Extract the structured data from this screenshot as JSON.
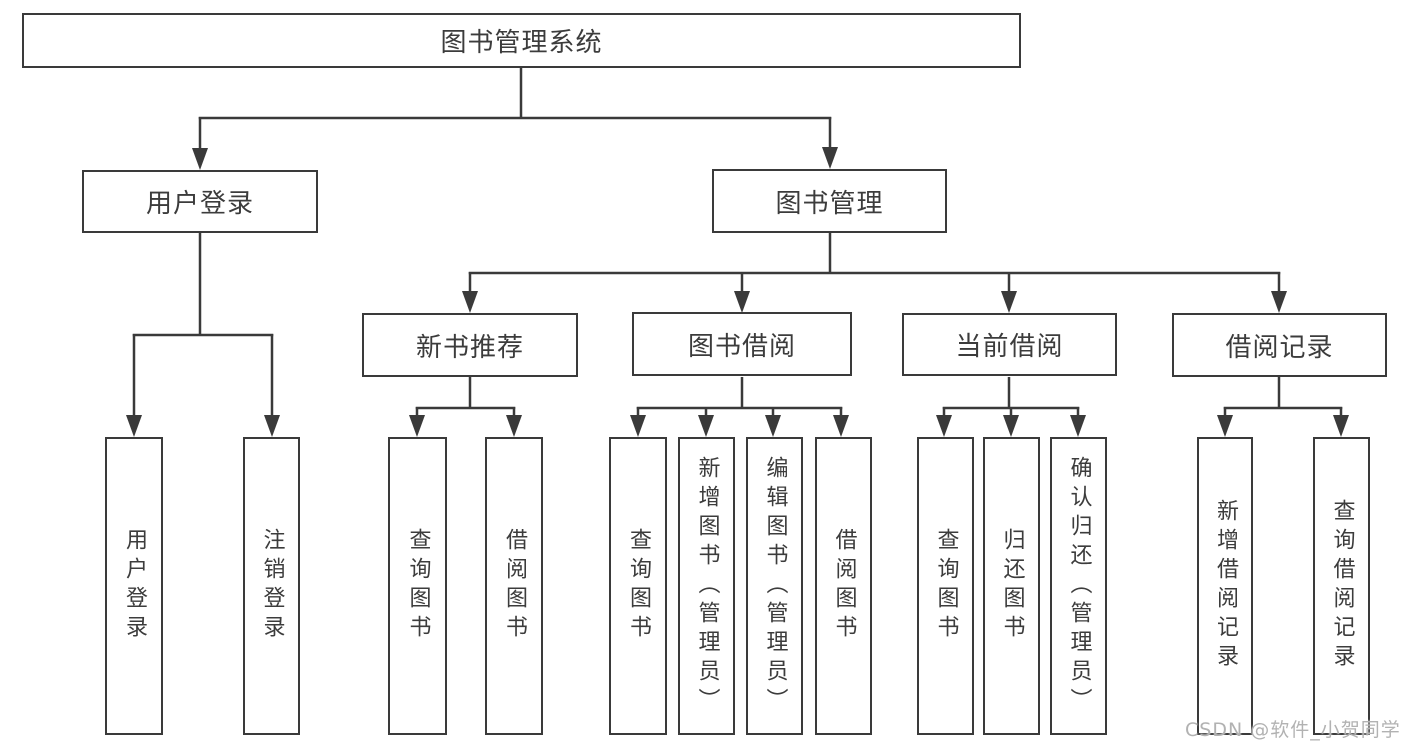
{
  "diagram": {
    "title": "图书管理系统",
    "tree": {
      "label": "图书管理系统",
      "children": [
        {
          "label": "用户登录",
          "children": [
            {
              "label": "用户登录"
            },
            {
              "label": "注销登录"
            }
          ]
        },
        {
          "label": "图书管理",
          "children": [
            {
              "label": "新书推荐",
              "children": [
                {
                  "label": "查询图书"
                },
                {
                  "label": "借阅图书"
                }
              ]
            },
            {
              "label": "图书借阅",
              "children": [
                {
                  "label": "查询图书"
                },
                {
                  "label": "新增图书（管理员）"
                },
                {
                  "label": "编辑图书（管理员）"
                },
                {
                  "label": "借阅图书"
                }
              ]
            },
            {
              "label": "当前借阅",
              "children": [
                {
                  "label": "查询图书"
                },
                {
                  "label": "归还图书"
                },
                {
                  "label": "确认归还（管理员）"
                }
              ]
            },
            {
              "label": "借阅记录",
              "children": [
                {
                  "label": "新增借阅记录"
                },
                {
                  "label": "查询借阅记录"
                }
              ]
            }
          ]
        }
      ]
    },
    "colors": {
      "line": "#3a3a3a",
      "text": "#3c3c3c",
      "background": "#ffffff",
      "watermark": "#b2b2b2"
    }
  },
  "watermark": {
    "text": "CSDN @软件_小贺同学"
  }
}
